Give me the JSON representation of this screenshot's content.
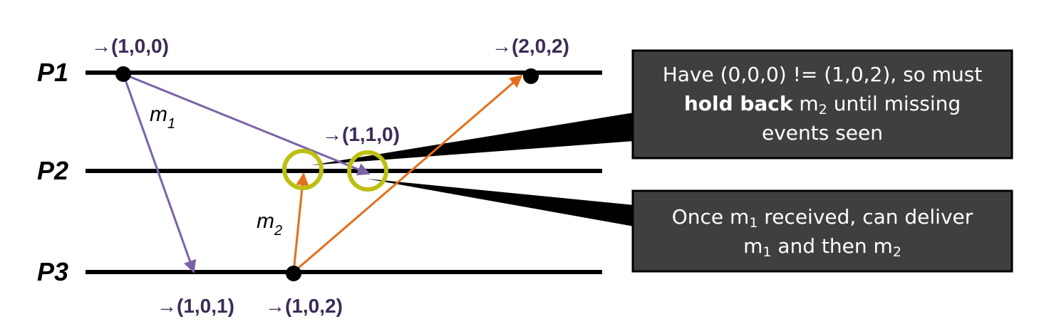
{
  "processes": [
    "P1",
    "P2",
    "P3"
  ],
  "timestamps": {
    "p1_first": "→(1,0,0)",
    "p1_second": "→(2,0,2)",
    "p2": "→(1,1,0)",
    "p3_first": "→(1,0,1)",
    "p3_second": "→(1,0,2)"
  },
  "messages": {
    "m1": {
      "base": "m",
      "sub": "1"
    },
    "m2": {
      "base": "m",
      "sub": "2"
    }
  },
  "callout_top": {
    "line1_a": "Have (0,0,0) != (1,0,2), so must",
    "line2_bold": "hold back",
    "line2_m": " m",
    "line2_sub": "2",
    "line2_rest": " until missing",
    "line3": "events seen"
  },
  "callout_bottom": {
    "line1_a": "Once m",
    "line1_sub": "1",
    "line1_b": " received, can deliver",
    "line2_a": "m",
    "line2_sub1": "1",
    "line2_b": " and then m",
    "line2_sub2": "2"
  },
  "colors": {
    "timeline": "#000000",
    "m1_arrow": "#7b62a6",
    "m2_arrow": "#e26f1c",
    "highlight_ring": "#bcc010",
    "callout_bg": "#3f3f3f",
    "timestamp_text": "#3d2b56"
  }
}
